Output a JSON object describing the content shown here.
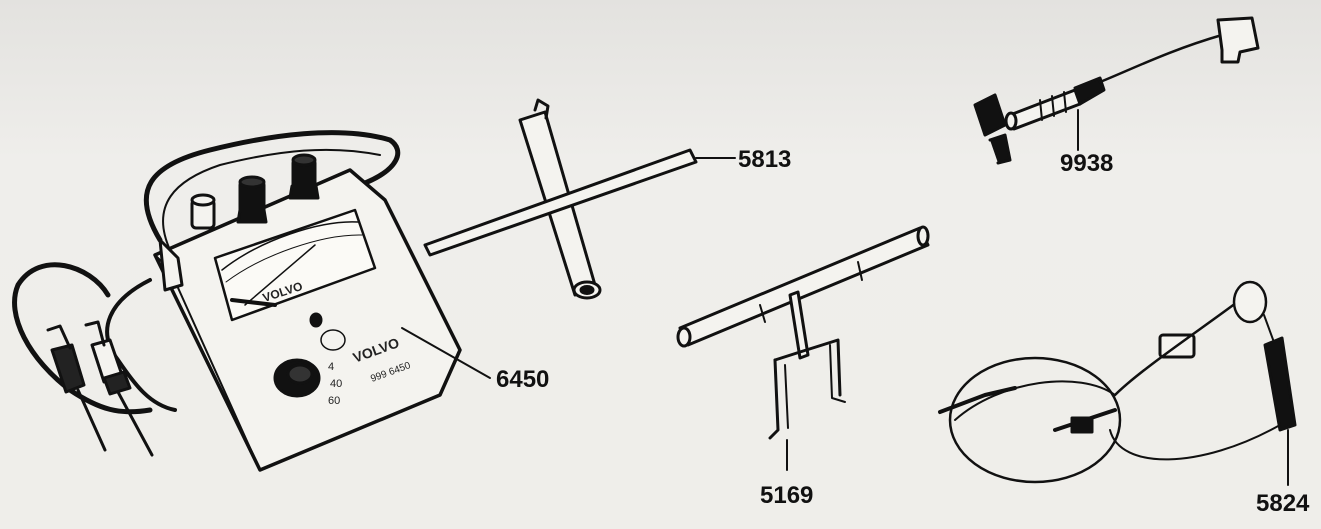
{
  "tools": [
    {
      "id": "meter",
      "number": "6450",
      "brand": "VOLVO",
      "model": "999 6450",
      "scale": [
        "4",
        "40",
        "60"
      ],
      "colors": {
        "stroke": "#111111",
        "body": "#f4f3ef"
      }
    },
    {
      "id": "spark-plug-wrench",
      "number": "5813"
    },
    {
      "id": "sensor-probe",
      "number": "9938"
    },
    {
      "id": "t-handle-puller",
      "number": "5169"
    },
    {
      "id": "test-lead-clips",
      "number": "5824"
    }
  ]
}
